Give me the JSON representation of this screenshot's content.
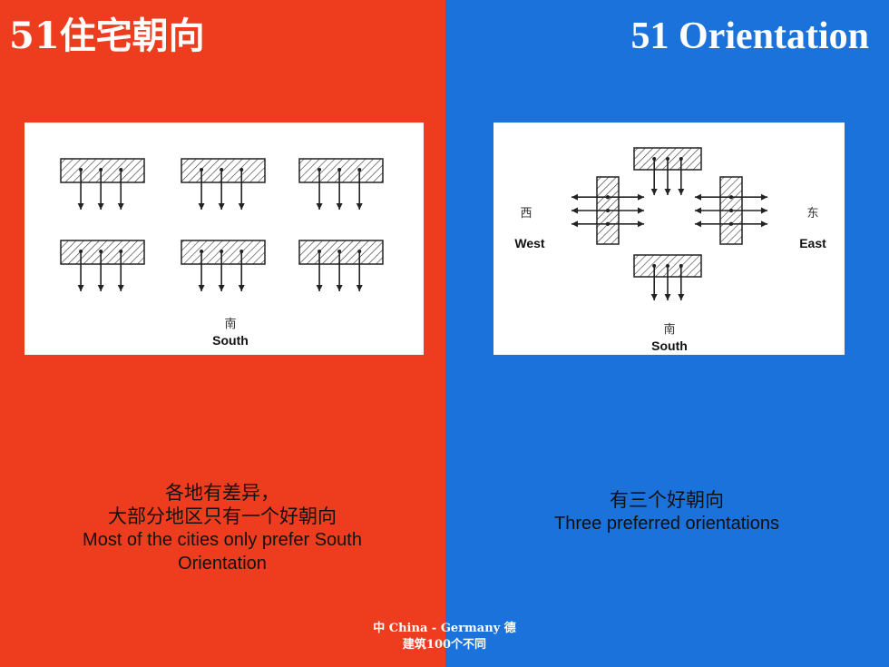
{
  "slide": {
    "title_left": "51住宅朝向",
    "title_right": "51 Orientation",
    "left_panel": {
      "label_zh": "南",
      "label_en": "South"
    },
    "right_panel": {
      "west_zh": "西",
      "west_en": "West",
      "east_zh": "东",
      "east_en": "East",
      "south_zh": "南",
      "south_en": "South"
    },
    "caption_left": {
      "line1": "各地有差异，",
      "line2": "大部分地区只有一个好朝向",
      "line3": "Most of the cities only prefer South",
      "line4": "Orientation"
    },
    "caption_right": {
      "line1": "有三个好朝向",
      "line2": "Three preferred orientations"
    },
    "footer": {
      "line1": "中 China - Germany 德",
      "line2": "建筑100个不同"
    }
  },
  "colors": {
    "left_background": "#EE3D1E",
    "right_background": "#1A72DA",
    "title_text": "#FFFFFF",
    "footer_text": "#FFFFFF"
  }
}
